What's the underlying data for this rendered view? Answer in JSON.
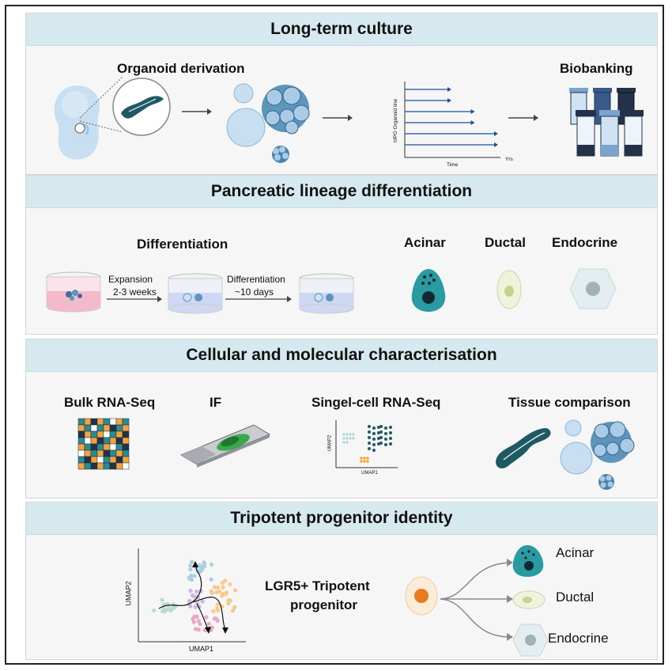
{
  "sections": {
    "s1": {
      "title": "Long-term culture",
      "organoid_label": "Organoid derivation",
      "biobanking_label": "Biobanking",
      "chart_ylabel": "hfPO Organoid line",
      "chart_xlabel": "Time",
      "chart_unit": "Yrs"
    },
    "s2": {
      "title": "Pancreatic lineage differentiation",
      "diff_label": "Differentiation",
      "step1_name": "Expansion",
      "step1_time": "2-3 weeks",
      "step2_name": "Differentiation",
      "step2_time": "~10 days",
      "cells": [
        "Acinar",
        "Ductal",
        "Endocrine"
      ]
    },
    "s3": {
      "title": "Cellular and molecular characterisation",
      "methods": [
        "Bulk RNA-Seq",
        "IF",
        "Singel-cell RNA-Seq",
        "Tissue comparison"
      ],
      "umap_x": "UMAP1",
      "umap_y": "UMAP2"
    },
    "s4": {
      "title": "Tripotent progenitor identity",
      "umap_x": "UMAP1",
      "umap_y": "UMAP2",
      "progenitor_line1": "LGR5+ Tripotent",
      "progenitor_line2": "progenitor",
      "fates": [
        "Acinar",
        "Ductal",
        "Endocrine"
      ]
    }
  },
  "colors": {
    "band": "#d6e9ee",
    "teal": "#2a8b93",
    "dark_teal": "#1e5a63",
    "navy": "#233149",
    "orange": "#f5a33b",
    "light_blue": "#c8dff2",
    "arrow_blue": "#1b4f9c"
  },
  "chart_data": {
    "type": "timeline",
    "xlabel": "Time",
    "ylabel": "hfPO Organoid line",
    "unit": "Yrs",
    "lines": [
      2,
      2,
      3,
      3,
      4,
      4
    ]
  }
}
